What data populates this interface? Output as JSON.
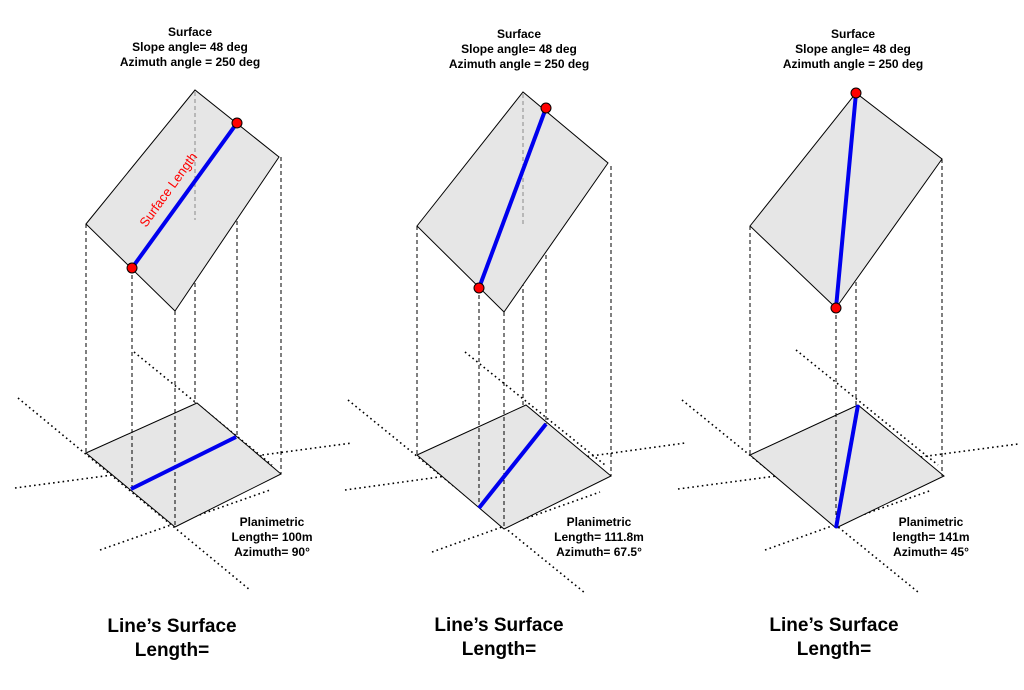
{
  "panels": [
    {
      "surface_title": "Surface",
      "slope_text": "Slope angle= 48 deg",
      "azimuth_text": "Azimuth angle = 250 deg",
      "surface_line_label": "Surface Length",
      "plan_title": "Planimetric",
      "plan_length": "Length= 100m",
      "plan_azimuth": "Azimuth= 90°",
      "caption_line1": "Line’s Surface",
      "caption_line2": "Length="
    },
    {
      "surface_title": "Surface",
      "slope_text": "Slope angle= 48 deg",
      "azimuth_text": "Azimuth angle = 250 deg",
      "plan_title": "Planimetric",
      "plan_length": "Length= 111.8m",
      "plan_azimuth": "Azimuth= 67.5°",
      "caption_line1": "Line’s Surface",
      "caption_line2": "Length="
    },
    {
      "surface_title": "Surface",
      "slope_text": "Slope angle= 48 deg",
      "azimuth_text": "Azimuth angle = 250 deg",
      "plan_title": "Planimetric",
      "plan_length": "length= 141m",
      "plan_azimuth": "Azimuth= 45°",
      "caption_line1": "Line’s Surface",
      "caption_line2": "Length="
    }
  ],
  "colors": {
    "line": "#0000ee",
    "endpoint": "#ff0000",
    "plane_fill": "#e6e6e6",
    "label_red": "#ff0000"
  }
}
